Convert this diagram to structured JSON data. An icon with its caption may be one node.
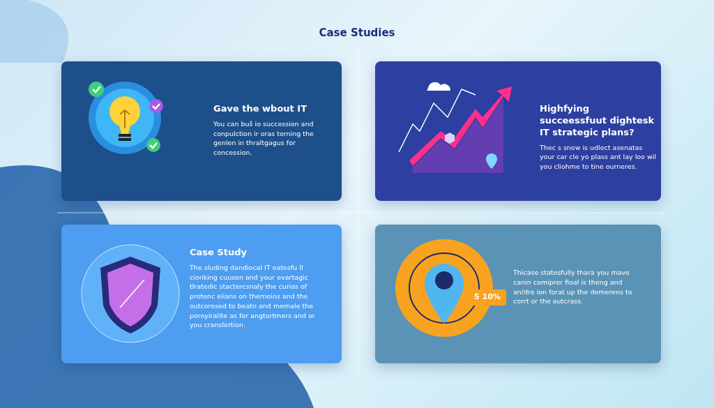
{
  "diagram": {
    "title": "Case Studies",
    "nodes": [
      {
        "text": [
          "Gave the wbout IT",
          "You can buš io succession and conpulction ir oras terning the genlen in thraltgagus for concession."
        ]
      },
      {
        "text": [
          "Highfying succeessfuut dightesk IT strategic plans?",
          "Thec s snow is udlect asenatas your car cle yo plass ant lay loo wil you cliohme to tine ourneres."
        ]
      },
      {
        "text": [
          "Case Study",
          "The sluding dandiocal IT eatesfu II cionking cuuson and your evartagic tlratedic stactercsnaly the curios of protenc elians on thernoins and the outcoresed to beatn and memale the poroyiralite as for angtortmers and or you cranslertion."
        ]
      },
      {
        "text": [
          "Thicase statesfully thara you mave canin comiprer fioal is theng and an/dre ion forat up the demerens to corrt or the outcrass."
        ]
      }
    ],
    "labels": [
      "5 10%"
    ]
  }
}
